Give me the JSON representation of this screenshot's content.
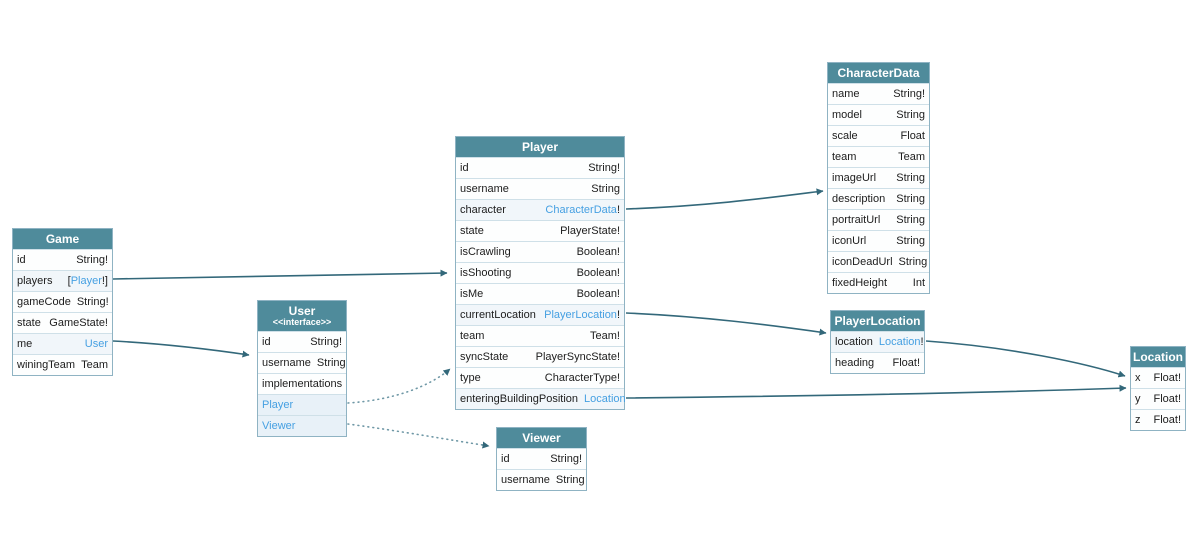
{
  "diagram": {
    "kind": "graphql-schema-diagram",
    "link_color": "#46a0e2",
    "header_color": "#4f8b9b",
    "edge_color": "#33687a",
    "tables": [
      {
        "id": "game",
        "title": "Game",
        "fields": [
          {
            "name": "id",
            "plain": "String!"
          },
          {
            "name": "players",
            "pre": "[",
            "link": "Player",
            "post": "!]"
          },
          {
            "name": "gameCode",
            "plain": "String!"
          },
          {
            "name": "state",
            "plain": "GameState!"
          },
          {
            "name": "me",
            "link": "User"
          },
          {
            "name": "winingTeam",
            "plain": "Team"
          }
        ]
      },
      {
        "id": "user",
        "title": "User",
        "subtitle": "<<interface>>",
        "fields": [
          {
            "name": "id",
            "plain": "String!"
          },
          {
            "name": "username",
            "plain": "String"
          },
          {
            "section": "implementations"
          },
          {
            "impl": "Player"
          },
          {
            "impl": "Viewer"
          }
        ]
      },
      {
        "id": "player",
        "title": "Player",
        "fields": [
          {
            "name": "id",
            "plain": "String!"
          },
          {
            "name": "username",
            "plain": "String"
          },
          {
            "name": "character",
            "link": "CharacterData",
            "post": "!"
          },
          {
            "name": "state",
            "plain": "PlayerState!"
          },
          {
            "name": "isCrawling",
            "plain": "Boolean!"
          },
          {
            "name": "isShooting",
            "plain": "Boolean!"
          },
          {
            "name": "isMe",
            "plain": "Boolean!"
          },
          {
            "name": "currentLocation",
            "link": "PlayerLocation",
            "post": "!"
          },
          {
            "name": "team",
            "plain": "Team!"
          },
          {
            "name": "syncState",
            "plain": "PlayerSyncState!"
          },
          {
            "name": "type",
            "plain": "CharacterType!"
          },
          {
            "name": "enteringBuildingPosition",
            "link": "Location"
          }
        ]
      },
      {
        "id": "viewer",
        "title": "Viewer",
        "fields": [
          {
            "name": "id",
            "plain": "String!"
          },
          {
            "name": "username",
            "plain": "String"
          }
        ]
      },
      {
        "id": "characterData",
        "title": "CharacterData",
        "fields": [
          {
            "name": "name",
            "plain": "String!"
          },
          {
            "name": "model",
            "plain": "String"
          },
          {
            "name": "scale",
            "plain": "Float"
          },
          {
            "name": "team",
            "plain": "Team"
          },
          {
            "name": "imageUrl",
            "plain": "String"
          },
          {
            "name": "description",
            "plain": "String"
          },
          {
            "name": "portraitUrl",
            "plain": "String"
          },
          {
            "name": "iconUrl",
            "plain": "String"
          },
          {
            "name": "iconDeadUrl",
            "plain": "String"
          },
          {
            "name": "fixedHeight",
            "plain": "Int"
          }
        ]
      },
      {
        "id": "playerLocation",
        "title": "PlayerLocation",
        "fields": [
          {
            "name": "location",
            "link": "Location",
            "post": "!"
          },
          {
            "name": "heading",
            "plain": "Float!"
          }
        ]
      },
      {
        "id": "location",
        "title": "Location",
        "fields": [
          {
            "name": "x",
            "plain": "Float!"
          },
          {
            "name": "y",
            "plain": "Float!"
          },
          {
            "name": "z",
            "plain": "Float!"
          }
        ]
      }
    ],
    "edges": [
      {
        "id": "game-players-to-player",
        "from": "Game.players",
        "to": "Player",
        "style": "solid"
      },
      {
        "id": "game-me-to-user",
        "from": "Game.me",
        "to": "User",
        "style": "solid"
      },
      {
        "id": "user-impl-player",
        "from": "User.Player",
        "to": "Player",
        "style": "dotted"
      },
      {
        "id": "user-impl-viewer",
        "from": "User.Viewer",
        "to": "Viewer",
        "style": "dotted"
      },
      {
        "id": "player-character-to-characterdata",
        "from": "Player.character",
        "to": "CharacterData",
        "style": "solid"
      },
      {
        "id": "player-currentlocation-to-playerlocation",
        "from": "Player.currentLocation",
        "to": "PlayerLocation",
        "style": "solid"
      },
      {
        "id": "player-enteringbuildingposition-to-location",
        "from": "Player.enteringBuildingPosition",
        "to": "Location",
        "style": "solid"
      },
      {
        "id": "playerlocation-location-to-location",
        "from": "PlayerLocation.location",
        "to": "Location",
        "style": "solid"
      }
    ]
  }
}
